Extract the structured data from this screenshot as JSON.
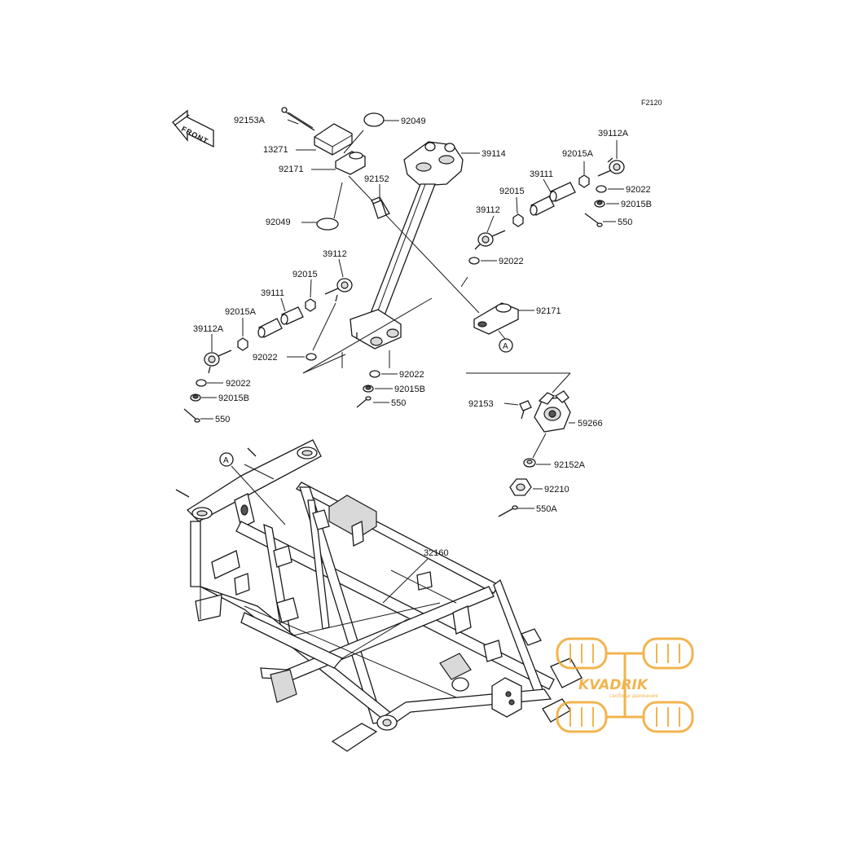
{
  "diagram_code": "F2120",
  "front_arrow_label": "FRONT",
  "reference_marker": "A",
  "parts": {
    "p92153A": "92153A",
    "p13271": "13271",
    "p92171_top": "92171",
    "p92049_top": "92049",
    "p92049_bottom": "92049",
    "p39114": "39114",
    "p92152": "92152",
    "p92015A_right": "92015A",
    "p39112A_right": "39112A",
    "p39111_right": "39111",
    "p92015_right": "92015",
    "p39112_right": "39112",
    "p92022_right_top": "92022",
    "p92015B_right_top": "92015B",
    "p550_right_top": "550",
    "p92022_right_mid": "92022",
    "p92171_mid": "92171",
    "p39112_left": "39112",
    "p92015_left": "92015",
    "p39111_left": "39111",
    "p92015A_left": "92015A",
    "p39112A_left": "39112A",
    "p92022_left_mid": "92022",
    "p92022_left_low": "92022",
    "p92015B_left": "92015B",
    "p550_left": "550",
    "p92022_center": "92022",
    "p92015B_center": "92015B",
    "p550_center": "550",
    "p92153": "92153",
    "p59266": "59266",
    "p92152A": "92152A",
    "p92210": "92210",
    "p550A": "550A",
    "p32160": "32160"
  },
  "watermark": {
    "brand": "KVADRIK",
    "tagline": "свобода движения",
    "color": "#f0a830"
  }
}
